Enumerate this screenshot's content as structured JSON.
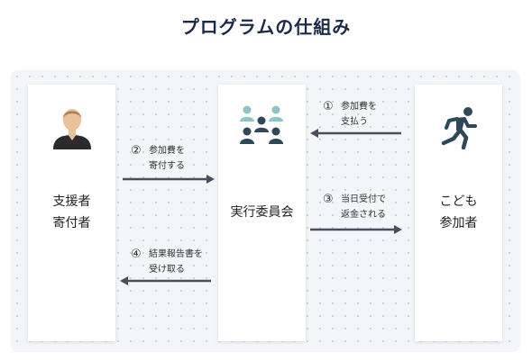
{
  "title": "プログラムの仕組み",
  "actors": {
    "supporter": {
      "label": "支援者\n寄付者",
      "icon": "person-icon"
    },
    "committee": {
      "label": "実行委員会",
      "icon": "group-icon"
    },
    "children": {
      "label": "こども\n参加者",
      "icon": "runner-icon"
    }
  },
  "flows": [
    {
      "number": "①",
      "text": "参加費を\n支払う",
      "from": "children",
      "to": "committee"
    },
    {
      "number": "②",
      "text": "参加費を\n寄付する",
      "from": "supporter",
      "to": "committee"
    },
    {
      "number": "③",
      "text": "当日受付で\n返金される",
      "from": "committee",
      "to": "children"
    },
    {
      "number": "④",
      "text": "結果報告書を\n受け取る",
      "from": "committee",
      "to": "supporter"
    }
  ],
  "colors": {
    "title": "#1b2a4a",
    "arrow": "#4b4f5c",
    "teal": "#8cc5c7",
    "navy": "#2f4858",
    "skin": "#e8c09a",
    "hair": "#b07a4f",
    "shirt": "#2b2b2b",
    "runner": "#2f4858"
  }
}
